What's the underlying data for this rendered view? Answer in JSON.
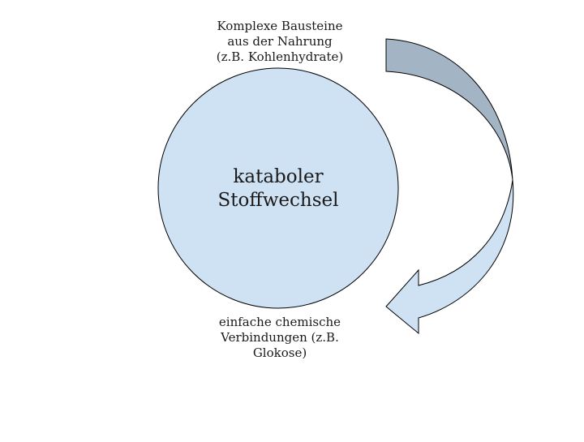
{
  "diagram": {
    "title": "kataboler Stoffwechsel",
    "center": {
      "lines": [
        "kataboler",
        "Stoffwechsel"
      ],
      "fill": "#cfe2f3",
      "stroke": "#000000"
    },
    "input": {
      "lines": [
        "Komplexe Bausteine",
        "aus der Nahrung",
        "(z.B. Kohlenhydrate)"
      ]
    },
    "output": {
      "lines": [
        "einfache chemische",
        "Verbindungen (z.B.",
        "Glokose)"
      ]
    },
    "arrow": {
      "direction": "clockwise from top to bottom",
      "tail_fill": "#a3b4c4",
      "head_fill": "#cfe2f3",
      "stroke": "#000000"
    }
  }
}
